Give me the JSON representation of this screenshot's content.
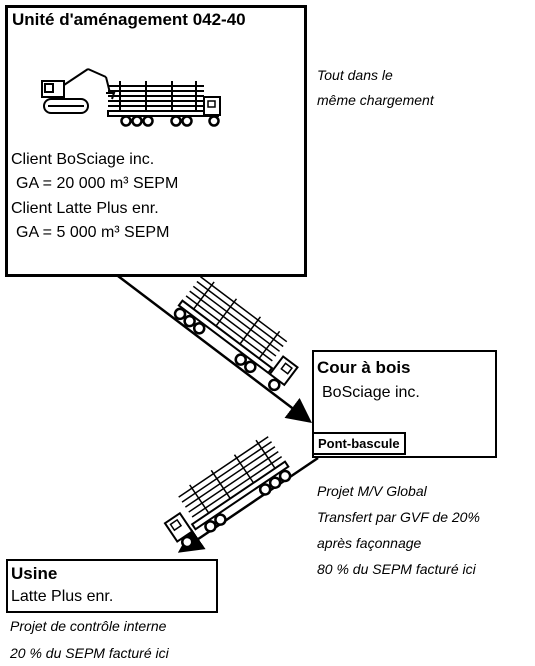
{
  "unite": {
    "title": "Unité d'aménagement 042-40",
    "client1": "Client BoSciage inc.",
    "ga1": "GA = 20 000 m³ SEPM",
    "client2": "Client Latte Plus enr.",
    "ga2": "GA = 5 000 m³ SEPM"
  },
  "note_top": {
    "line1": "Tout dans le",
    "line2": "même chargement"
  },
  "cour": {
    "title": "Cour à bois",
    "subtitle": "BoSciage inc.",
    "scale_label": "Pont-bascule"
  },
  "note_right": {
    "line1": "Projet M/V Global",
    "line2": "Transfert par GVF de 20%",
    "line3": "après façonnage",
    "line4": "80 % du SEPM facturé ici"
  },
  "usine": {
    "title": "Usine",
    "subtitle": "Latte Plus enr."
  },
  "note_bottom": {
    "line1": "Projet de contrôle interne",
    "line2": "20 % du SEPM facturé ici"
  }
}
